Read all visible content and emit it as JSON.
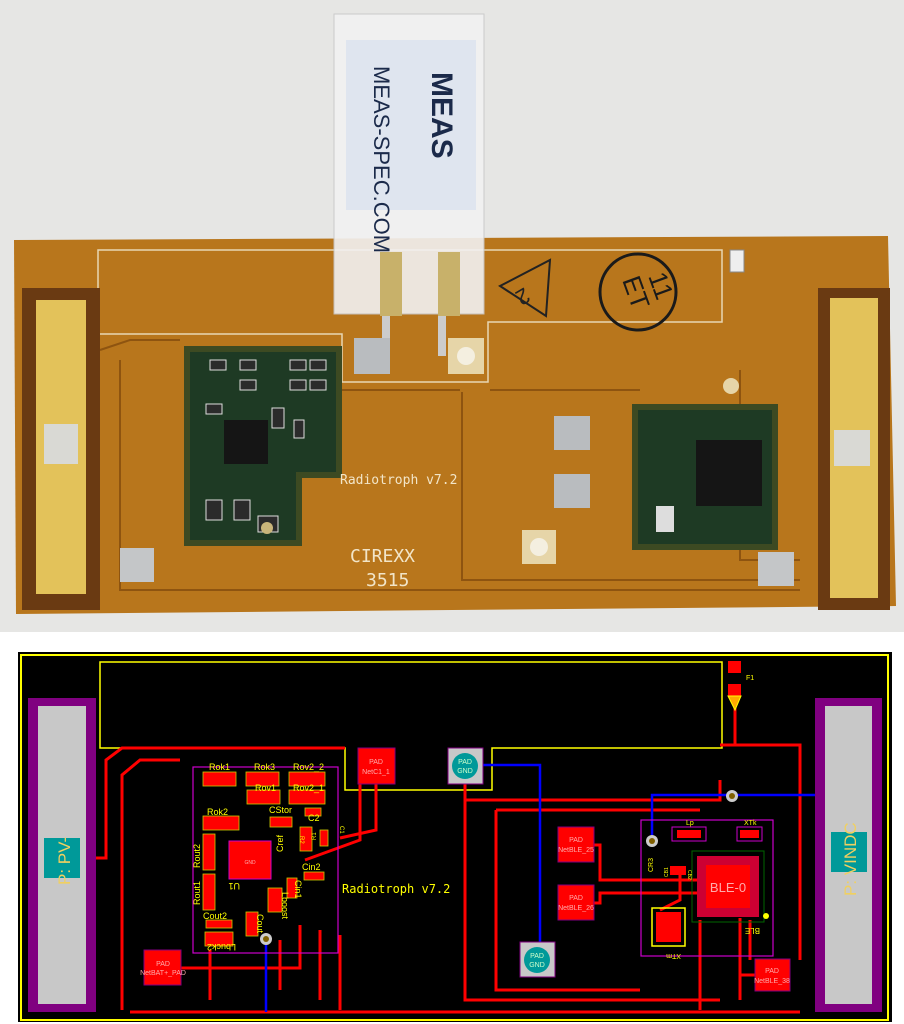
{
  "photo": {
    "sensor_brand": "MEAS",
    "sensor_url": "MEAS-SPEC.COM",
    "board_label": "Radiotroph v7.2",
    "manufacturer": "CIREXX",
    "board_number": "3515",
    "stamp_top": "ET",
    "stamp_bottom": "11",
    "triangle_mark": "2",
    "colors": {
      "board": "#b8761c",
      "background": "#e6e6e4",
      "module": "#1e3a24",
      "antenna_gold": "#e3c25a"
    }
  },
  "layout": {
    "board_label": "Radiotroph v7.2",
    "antenna_left": "P: PV-",
    "antenna_right": "P: VINDC",
    "pads": {
      "netc1": {
        "title": "PAD",
        "net": "NetC1_1"
      },
      "gnd_top": {
        "title": "PAD",
        "net": "GND"
      },
      "gnd_bottom": {
        "title": "PAD",
        "net": "GND"
      },
      "ble25": {
        "title": "PAD",
        "net": "NetBLE_25"
      },
      "ble26": {
        "title": "PAD",
        "net": "NetBLE_26"
      },
      "ble38": {
        "title": "PAD",
        "net": "NetBLE_38"
      },
      "bat": {
        "title": "PAD",
        "net": "NetBAT+_PAD"
      }
    },
    "components": {
      "rok1": "Rok1",
      "rok2": "Rok2",
      "rok3": "Rok3",
      "rov1": "Rov1",
      "rov2_2": "Rov2_2",
      "rov2_1": "Rov2_1",
      "cstor": "CStor",
      "c2": "C2",
      "c1": "C1",
      "cref": "Cref",
      "cin2": "Cin2",
      "cin1": "Cin1",
      "lboost": "Lboost",
      "rout2": "Rout2",
      "rout1": "Rout1",
      "cout2": "Cout2",
      "cout": "Cout",
      "lbuck2": "Lbuck2",
      "u1": "U1",
      "u1_gnd": "GND",
      "r2": "R2",
      "r1": "R1",
      "ble_chip": "BLE-0",
      "ble_ref": "BLE",
      "lp": "Lp",
      "xtk": "XTk",
      "xtm": "XTm",
      "cr3": "CR3",
      "cb1": "CB1",
      "cb2": "CB2",
      "f1": "F1"
    },
    "colors": {
      "background": "#000000",
      "copper": "#ff0000",
      "silkscreen": "#ffff00",
      "outline": "#cc00cc",
      "antenna": "#800080",
      "bottom_trace": "#0000ff",
      "gnd_pad": "#c8c8c8",
      "gnd_via": "#009999"
    }
  }
}
